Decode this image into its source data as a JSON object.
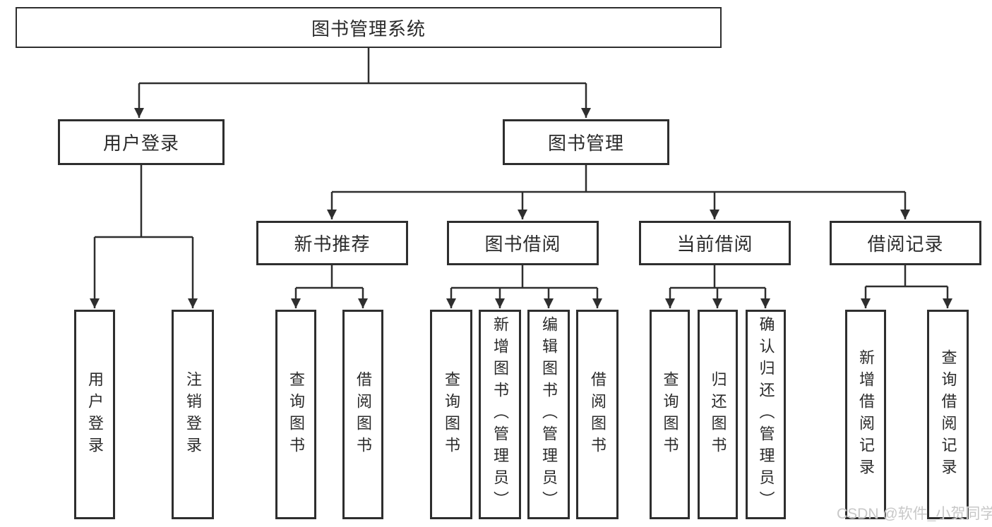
{
  "tree": {
    "root": "图书管理系统",
    "children": [
      {
        "label": "用户登录",
        "children": [
          "用户登录",
          "注销登录"
        ]
      },
      {
        "label": "图书管理",
        "children": [
          {
            "label": "新书推荐",
            "children": [
              "查询图书",
              "借阅图书"
            ]
          },
          {
            "label": "图书借阅",
            "children": [
              "查询图书",
              "新增图书（管理员）",
              "编辑图书（管理员）",
              "借阅图书"
            ]
          },
          {
            "label": "当前借阅",
            "children": [
              "查询图书",
              "归还图书",
              "确认归还（管理员）"
            ]
          },
          {
            "label": "借阅记录",
            "children": [
              "新增借阅记录",
              "查询借阅记录"
            ]
          }
        ]
      }
    ]
  },
  "watermark": "CSDN @软件_小贺同学",
  "colors": {
    "line": "#2e2e2e",
    "text": "#2b2b2b",
    "watermark": "#c8c8c8",
    "background": "#ffffff"
  }
}
